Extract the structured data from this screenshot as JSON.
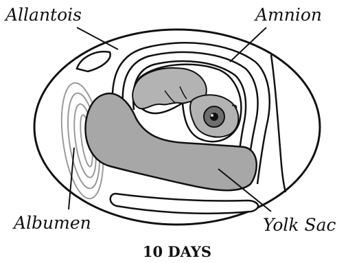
{
  "labels": {
    "allantois": "Allantois",
    "amnion": "Amnion",
    "albumen": "Albumen",
    "yolk_sac": "Yolk Sac"
  },
  "caption": "10 DAYS",
  "colors": {
    "outline": "#111111",
    "yolk": "#a7a7a7",
    "embryo": "#b3b3b3",
    "albumen_lines": "#9a9a9a",
    "background": "#ffffff"
  }
}
